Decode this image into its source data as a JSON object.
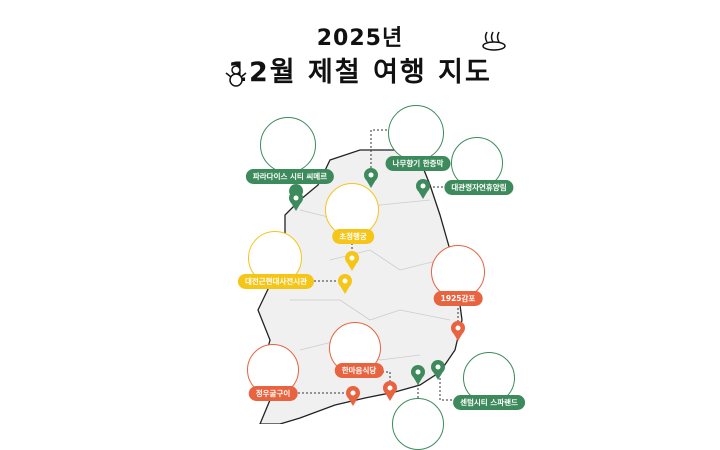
{
  "header": {
    "year": "2025년",
    "title": "12월 제철 여행 지도"
  },
  "colors": {
    "green": "#3d8b5c",
    "yellow": "#f5c518",
    "orange": "#e8633f",
    "land": "#f0f0f0"
  },
  "icons": {
    "title_left": "snowman-icon",
    "title_right": "hot-spring-icon"
  },
  "places": [
    {
      "name": "파라다이스 시티 씨메르",
      "color": "green",
      "icon": "spa-pool-icon"
    },
    {
      "name": "나무향기 한증막",
      "color": "green",
      "icon": "hanok-building-icon"
    },
    {
      "name": "대관령자연휴양림",
      "color": "green",
      "icon": "mountain-icon"
    },
    {
      "name": "초정행궁",
      "color": "yellow",
      "icon": "king-icon"
    },
    {
      "name": "대전근현대사전시관",
      "color": "yellow",
      "icon": "exhibit-building-icon"
    },
    {
      "name": "1925감포",
      "color": "orange",
      "icon": "coffee-cup-icon"
    },
    {
      "name": "한마음식당",
      "color": "orange",
      "icon": "grill-icon"
    },
    {
      "name": "정우굴구이",
      "color": "orange",
      "icon": "oyster-icon"
    },
    {
      "name": "센텀시티 스파랜드",
      "color": "green",
      "icon": "spa-land-icon"
    }
  ]
}
